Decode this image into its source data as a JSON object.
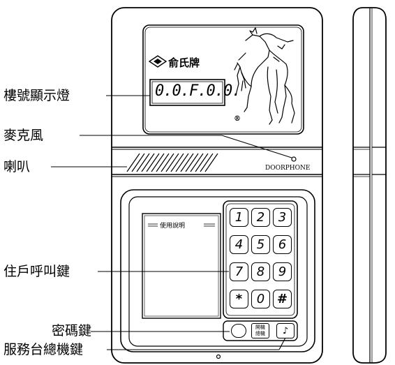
{
  "brand": {
    "name": "俞氏牌",
    "registered": "®"
  },
  "display": {
    "readout": "0.0.F.0.0."
  },
  "panel": {
    "doorphone_label": "DOORPHONE",
    "instructions_label": "使用說明",
    "trunk_key_label": "開機總機"
  },
  "keypad": {
    "keys": [
      "1",
      "2",
      "3",
      "4",
      "5",
      "6",
      "7",
      "8",
      "9",
      "*",
      "0",
      "#"
    ]
  },
  "callouts": {
    "floor_display": "樓號顯示燈",
    "microphone": "麥克風",
    "speaker": "喇叭",
    "resident_call_keys": "住戶呼叫鍵",
    "password_key": "密碼鍵",
    "concierge_key": "服務台總機鍵"
  }
}
